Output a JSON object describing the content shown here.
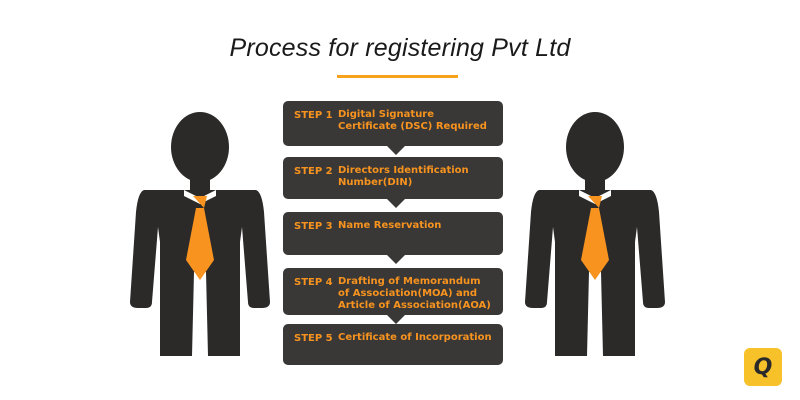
{
  "title": "Process for registering Pvt Ltd",
  "colors": {
    "accent": "#f7931e",
    "box": "#3a3837",
    "figure": "#2b2a29",
    "tie": "#f7931e",
    "logo_bg": "#f7c12a"
  },
  "steps": [
    {
      "label": "STEP 1",
      "text": "Digital Signature Certificate (DSC) Required"
    },
    {
      "label": "STEP 2",
      "text": "Directors Identification Number(DIN)"
    },
    {
      "label": "STEP 3",
      "text": "Name Reservation"
    },
    {
      "label": "STEP 4",
      "text": "Drafting of  Memorandum of Association(MOA) and Article of Association(AOA)"
    },
    {
      "label": "STEP 5",
      "text": " Certificate of Incorporation"
    }
  ],
  "logo": {
    "letter": "Q",
    "icon": "q-logo-icon"
  },
  "figures": [
    "businessman-icon",
    "businessman-icon"
  ]
}
